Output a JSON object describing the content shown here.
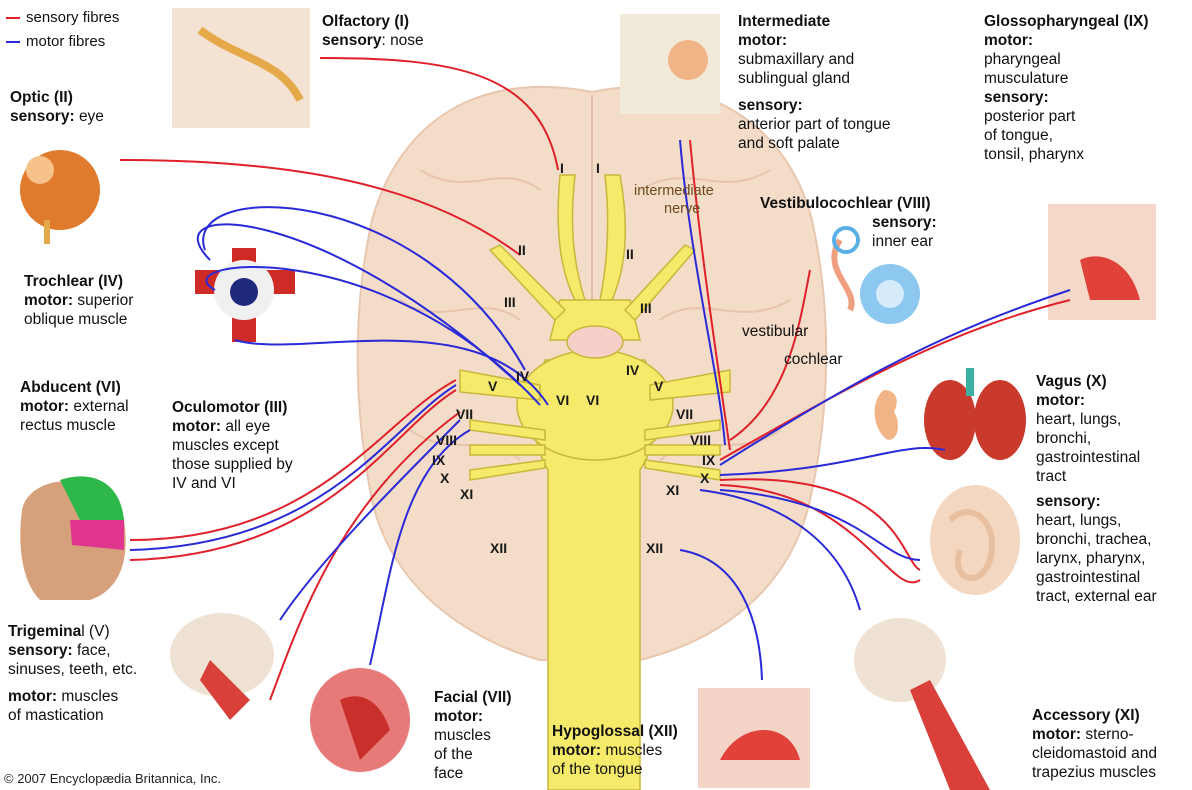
{
  "colors": {
    "sensory": "#e0202a",
    "motor": "#2a2ad8",
    "nerve": "#f3e96a",
    "brain": "#f2d8c4"
  },
  "legend": {
    "sensory": "sensory fibres",
    "motor": "motor fibres"
  },
  "copyright": "© 2007 Encyclopædia Britannica, Inc.",
  "nerves": {
    "olfactory": {
      "title": "Olfactory (I)",
      "kind": "sensory",
      "desc": ": nose"
    },
    "optic": {
      "title": "Optic (II)",
      "kind": "sensory:",
      "desc": "eye"
    },
    "trochlear": {
      "title": "Trochlear (IV)",
      "kind": "motor:",
      "desc1": "superior",
      "desc2": "oblique muscle"
    },
    "abducent": {
      "title": "Abducent (VI)",
      "kind": "motor:",
      "desc1": "external",
      "desc2": "rectus muscle"
    },
    "oculomotor": {
      "title": "Oculomotor (III)",
      "kind": "motor:",
      "desc1": "all eye",
      "desc2": "muscles except",
      "desc3": "those supplied by",
      "desc4": "IV and VI"
    },
    "trigeminal": {
      "title_a": "Trigemina",
      "title_b": "l (V)",
      "sensory": "sensory:",
      "sensory_desc1": "face,",
      "sensory_desc2": "sinuses, teeth, etc.",
      "motor": "motor:",
      "motor_desc1": "muscles",
      "motor_desc2": "of mastication"
    },
    "facial": {
      "title": "Facial (VII)",
      "motor": "motor:",
      "desc1": "muscles",
      "desc2": "of the",
      "desc3": "face"
    },
    "hypoglossal": {
      "title": "Hypoglossal (XII)",
      "motor": "motor:",
      "desc1": "muscles",
      "desc2": "of the tongue"
    },
    "intermediate": {
      "title1": "Intermediate",
      "title2": "motor:",
      "motor_desc1": "submaxillary and",
      "motor_desc2": "sublingual gland",
      "sensory": "sensory:",
      "sensory_desc1": "anterior part of tongue",
      "sensory_desc2": "and soft palate"
    },
    "glossopharyngeal": {
      "title": "Glossopharyngeal (IX)",
      "motor": "motor:",
      "motor_desc1": "pharyngeal",
      "motor_desc2": "musculature",
      "sensory": "sensory:",
      "sensory_desc1": "posterior part",
      "sensory_desc2": "of tongue,",
      "sensory_desc3": "tonsil, pharynx"
    },
    "vestibulocochlear": {
      "title": "Vestibulocochlear (VIII)",
      "sensory": "sensory:",
      "desc": "inner ear"
    },
    "vagus": {
      "title": "Vagus (X)",
      "motor": "motor:",
      "motor_desc1": "heart, lungs,",
      "motor_desc2": "bronchi,",
      "motor_desc3": "gastrointestinal",
      "motor_desc4": "tract",
      "sensory": "sensory:",
      "sensory_desc1": "heart, lungs,",
      "sensory_desc2": "bronchi, trachea,",
      "sensory_desc3": "larynx, pharynx,",
      "sensory_desc4": "gastrointestinal",
      "sensory_desc5": "tract, external ear"
    },
    "accessory": {
      "title": "Accessory (XI)",
      "motor": "motor:",
      "desc1": "sterno-",
      "desc2": "cleidomastoid and",
      "desc3": "trapezius muscles"
    }
  },
  "branch_labels": {
    "intermediate_nerve1": "intermediate",
    "intermediate_nerve2": "nerve",
    "vestibular": "vestibular",
    "cochlear": "cochlear"
  },
  "roman": {
    "I": "I",
    "II": "II",
    "III": "III",
    "IV": "IV",
    "V": "V",
    "VI": "VI",
    "VII": "VII",
    "VIII": "VIII",
    "IX": "IX",
    "X": "X",
    "XI": "XI",
    "XII": "XII"
  }
}
